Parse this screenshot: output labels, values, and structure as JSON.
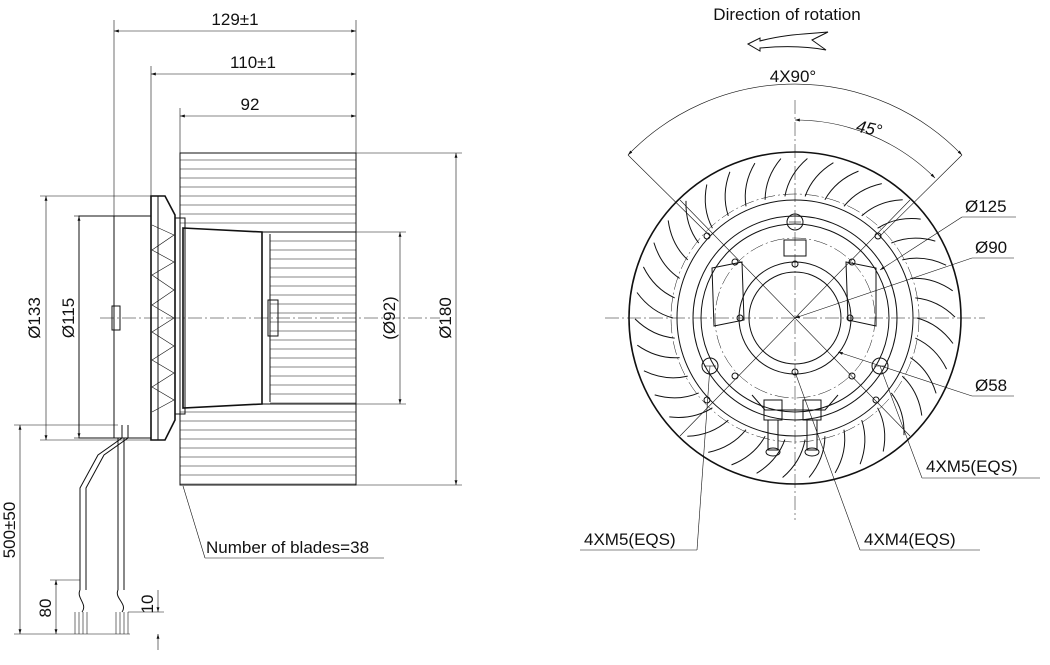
{
  "side_view": {
    "dims": {
      "overall_width": "129±1",
      "housing_width": "110±1",
      "impeller_width": "92",
      "dia_133": "Ø133",
      "dia_115": "Ø115",
      "dia_92": "(Ø92)",
      "dia_180": "Ø180",
      "lead_length": "500±50",
      "strip_80": "80",
      "strip_10": "10"
    },
    "blades_note": "Number of blades=38"
  },
  "front_view": {
    "rotation_label": "Direction of rotation",
    "angle_4x90": "4X90°",
    "angle_45": "45°",
    "dia_125": "Ø125",
    "dia_90": "Ø90",
    "dia_58": "Ø58",
    "thread_right": "4XM5(EQS)",
    "thread_left": "4XM5(EQS)",
    "thread_m4": "4XM4(EQS)"
  }
}
